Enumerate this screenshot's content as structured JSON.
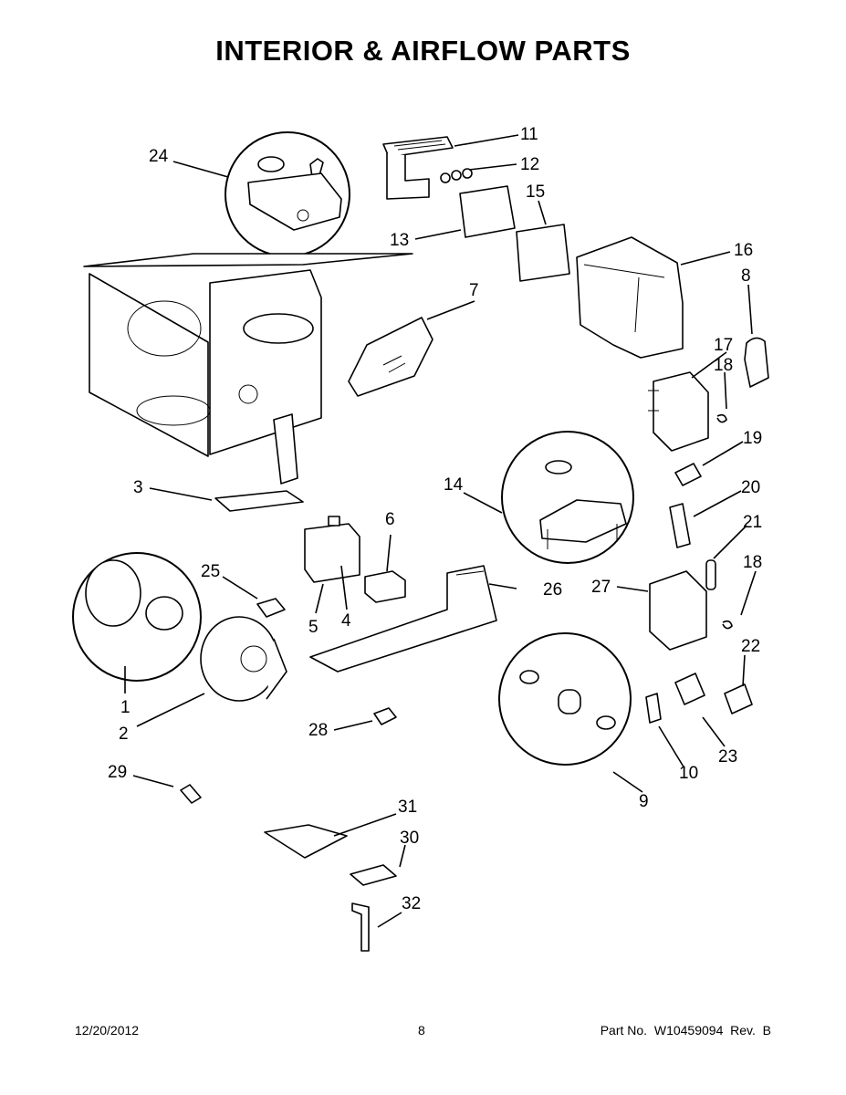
{
  "title": "INTERIOR & AIRFLOW PARTS",
  "callouts": {
    "c1": "1",
    "c2": "2",
    "c3": "3",
    "c4": "4",
    "c5": "5",
    "c6": "6",
    "c7": "7",
    "c8": "8",
    "c9": "9",
    "c10": "10",
    "c11": "11",
    "c12": "12",
    "c13": "13",
    "c14": "14",
    "c15": "15",
    "c16": "16",
    "c17": "17",
    "c18a": "18",
    "c18b": "18",
    "c19": "19",
    "c20": "20",
    "c21": "21",
    "c22": "22",
    "c23": "23",
    "c24": "24",
    "c25": "25",
    "c26": "26",
    "c27": "27",
    "c28": "28",
    "c29": "29",
    "c30": "30",
    "c31": "31",
    "c32": "32"
  },
  "footer": {
    "date": "12/20/2012",
    "page": "8",
    "part": "Part No.  W10459094  Rev.  B"
  }
}
